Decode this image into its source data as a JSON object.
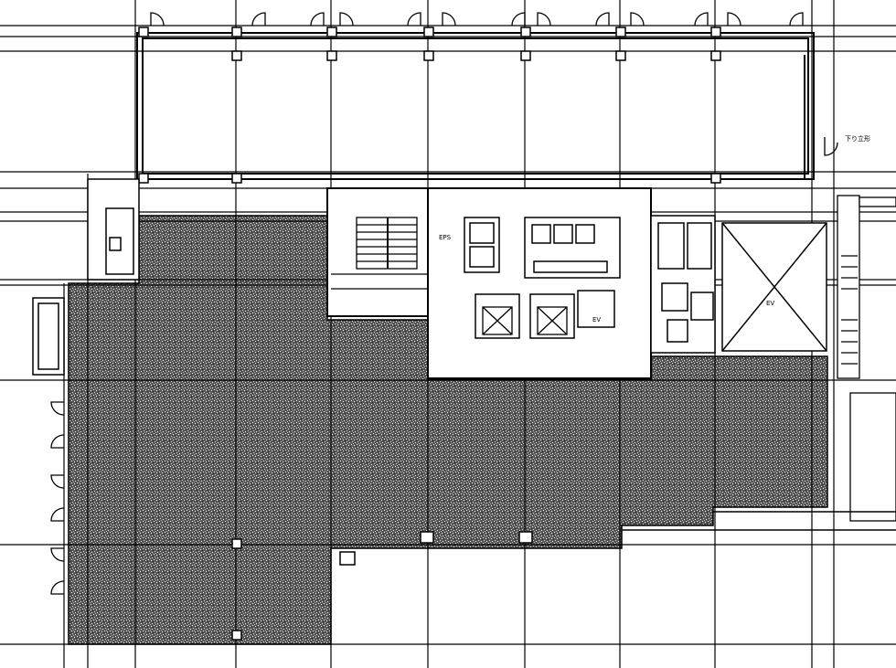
{
  "plan": {
    "colors": {
      "ink": "#000000",
      "paper": "#ffffff",
      "hatch_dark": "#3a3a3a",
      "hatch_light": "#f0f0f0"
    },
    "labels": {
      "exterior_note": "下り立形",
      "room_small_a": "EPS",
      "room_small_b": "EV",
      "corridor_mark": "EV"
    },
    "icons": [
      "door-swing-icon",
      "stair-icon",
      "elevator-shaft-icon",
      "void-cross-icon",
      "column-icon"
    ]
  }
}
